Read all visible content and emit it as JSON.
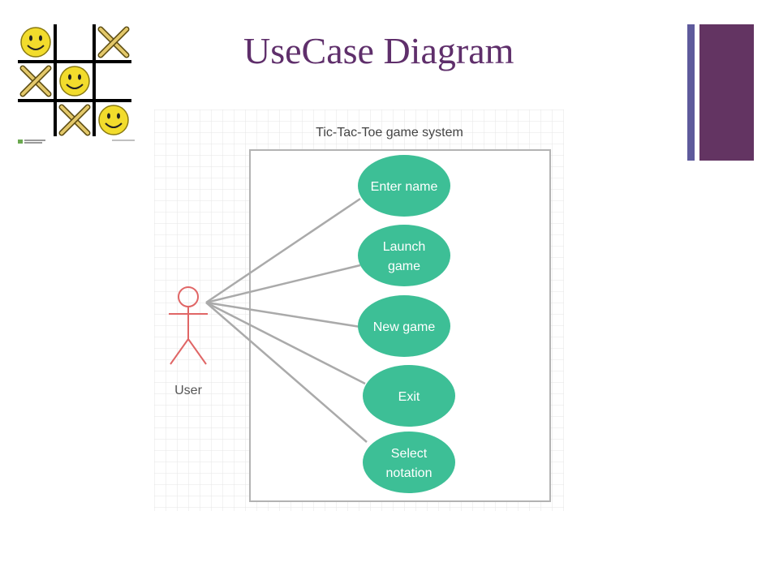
{
  "slide": {
    "title": "UseCase Diagram"
  },
  "logo": {
    "icon": "tic-tac-toe-board-icon",
    "cells": [
      "smiley",
      "",
      "x",
      "x",
      "smiley",
      "",
      "",
      "x",
      "smiley"
    ],
    "colors": {
      "grid": "#000000",
      "smiley": "#f2dc2c",
      "x": "#e3c86a"
    }
  },
  "diagram": {
    "system_label": "Tic-Tac-Toe  game system",
    "actor": {
      "label": "User",
      "color": "#e06666"
    },
    "use_cases": [
      {
        "lines": [
          "Enter name"
        ]
      },
      {
        "lines": [
          "Launch",
          "game"
        ]
      },
      {
        "lines": [
          "New game"
        ]
      },
      {
        "lines": [
          "Exit"
        ]
      },
      {
        "lines": [
          "Select",
          "notation"
        ]
      }
    ],
    "colors": {
      "use_case_fill": "#3dbf96",
      "connector": "#aaaaaa",
      "boundary": "#b3b3b3",
      "grid": "#e6e6e6"
    }
  },
  "accent": {
    "purple": "#633462",
    "blue": "#5e5a9c",
    "title": "#5f2f6b"
  }
}
